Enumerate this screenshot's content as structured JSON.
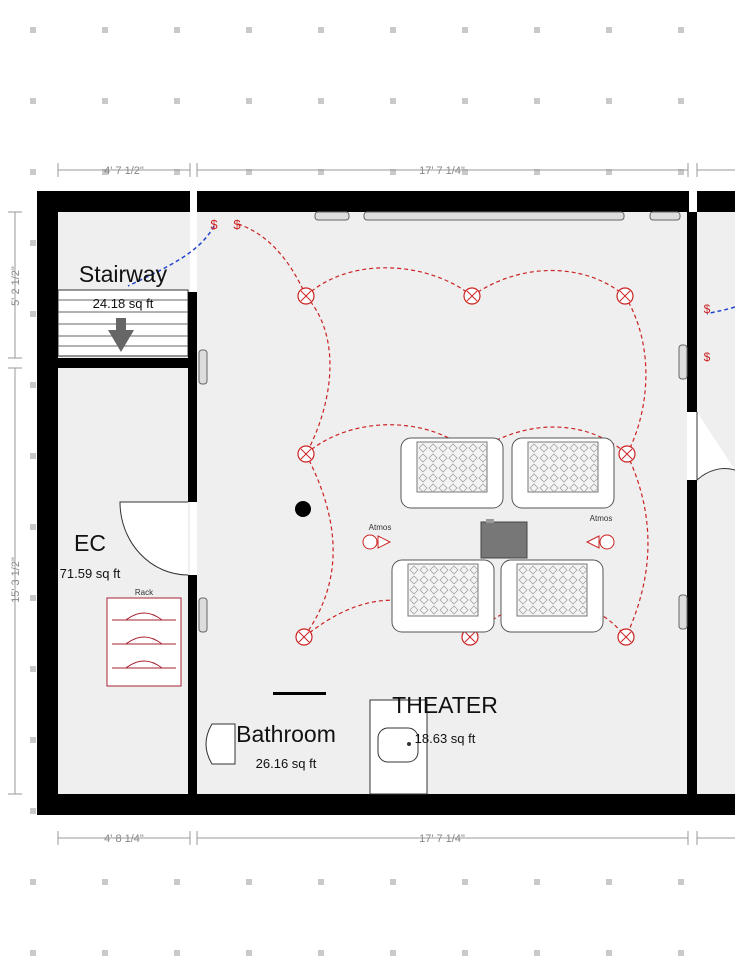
{
  "rooms": {
    "stairway": {
      "name": "Stairway",
      "area": "24.18 sq ft"
    },
    "ec": {
      "name": "EC",
      "area": "71.59 sq ft"
    },
    "bathroom": {
      "name": "Bathroom",
      "area": "26.16 sq ft"
    },
    "theater": {
      "name": "THEATER",
      "area": "18.63 sq ft"
    }
  },
  "dimensions": {
    "top_left": "4' 7 1/2\"",
    "top_main": "17' 7 1/4\"",
    "bottom_left": "4' 8 1/4\"",
    "bottom_main": "17' 7 1/4\"",
    "left_upper": "5' 2 1/2\"",
    "left_lower": "15' 3 1/2\""
  },
  "fixtures": {
    "rack": "Rack",
    "atmos_left": "Atmos",
    "atmos_right": "Atmos",
    "switch_symbol": "$"
  },
  "colors": {
    "wall": "#000000",
    "floor": "#efefef",
    "wiring_red": "#cc2222",
    "wiring_blue": "#2244cc",
    "grid_dot": "#c9c9c9",
    "dimension": "#888888"
  },
  "icons": [
    "light-fixture-icon",
    "switch-icon",
    "speaker-icon",
    "sink-icon",
    "sofa-icon",
    "rack-icon",
    "arrow-down-icon"
  ]
}
